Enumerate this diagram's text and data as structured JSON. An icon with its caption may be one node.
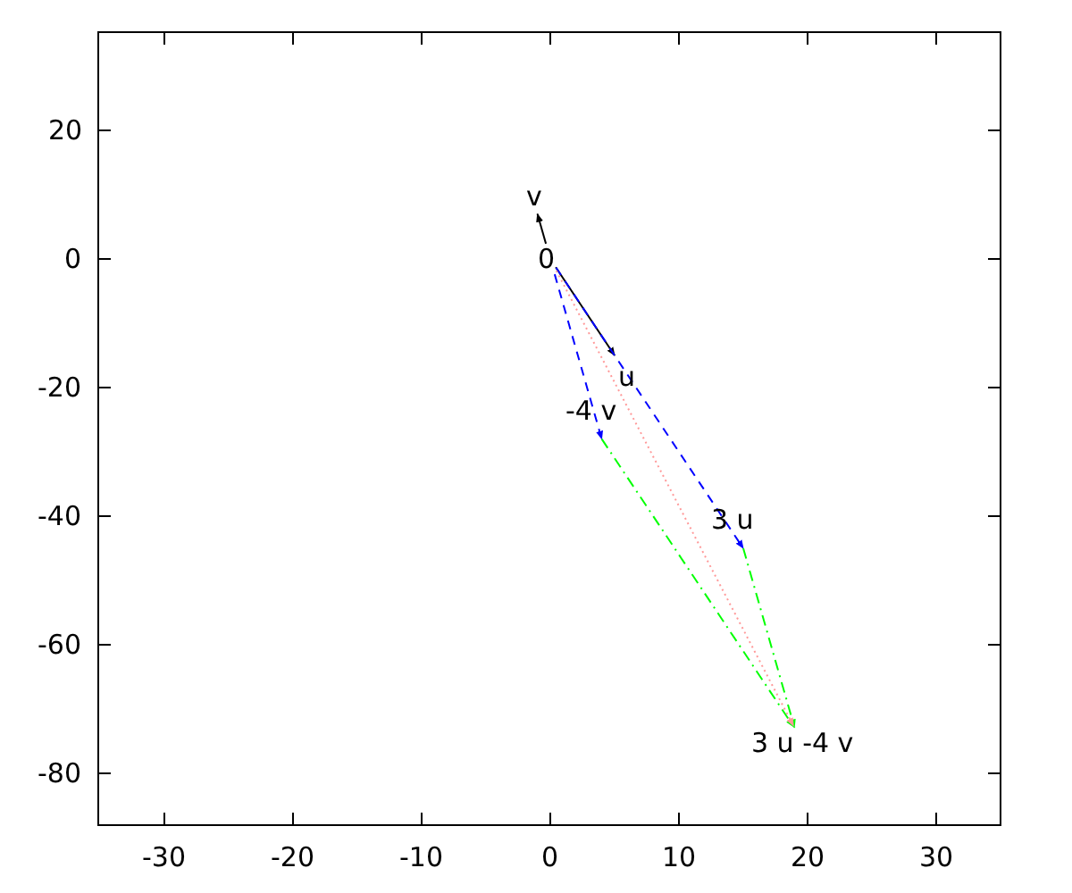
{
  "diagram": {
    "nodes": [
      {
        "text": [
          "v"
        ]
      },
      {
        "text": [
          "0"
        ]
      },
      {
        "text": [
          "u"
        ]
      },
      {
        "text": [
          "-4 v"
        ]
      },
      {
        "text": [
          "3 u"
        ]
      },
      {
        "text": [
          "3 u -4 v"
        ]
      }
    ],
    "edges": [
      {
        "from": 1,
        "to": 0,
        "arrow": "to"
      },
      {
        "from": 1,
        "to": 2,
        "arrow": "to"
      },
      {
        "from": 1,
        "to": 3,
        "arrow": "to",
        "style": "dashed",
        "color": "#0000ff"
      },
      {
        "from": 1,
        "to": 4,
        "arrow": "to",
        "style": "dashed",
        "color": "#0000ff"
      },
      {
        "from": 3,
        "to": 5,
        "arrow": "to",
        "style": "dashed",
        "color": "#00ff00"
      },
      {
        "from": 4,
        "to": 5,
        "arrow": "to",
        "style": "dashed",
        "color": "#00ff00"
      },
      {
        "from": 1,
        "to": 5,
        "arrow": "to",
        "style": "dashed",
        "color": "#ff9999"
      }
    ],
    "labels": [
      "20",
      "0",
      "-20",
      "-40",
      "-60",
      "-80",
      "-30",
      "-20",
      "-10",
      "0",
      "10",
      "20",
      "30"
    ]
  }
}
